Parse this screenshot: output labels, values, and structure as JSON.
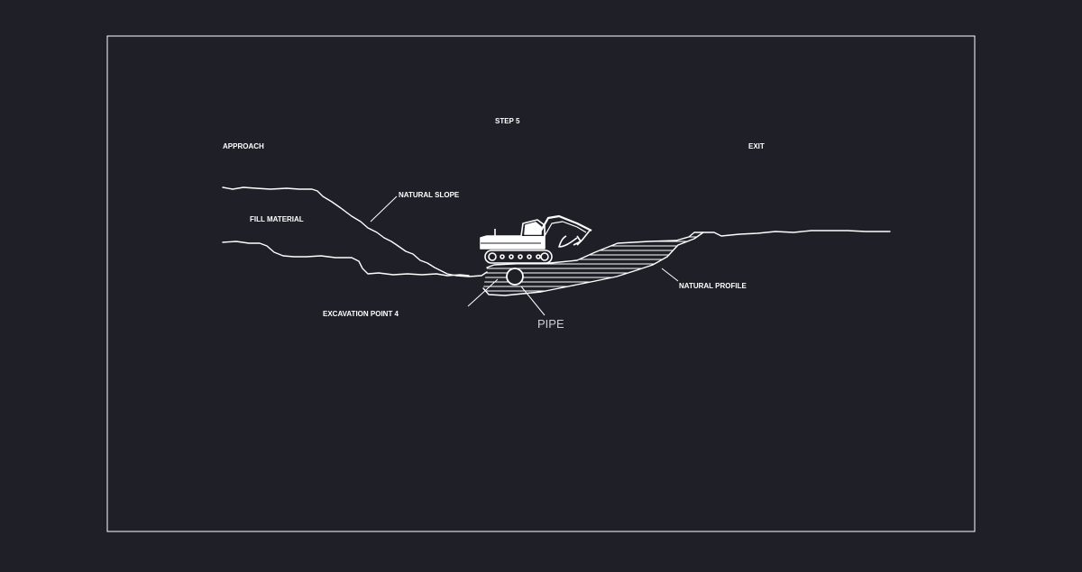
{
  "drawing": {
    "labels": {
      "step": "STEP 5",
      "approach": "APPROACH",
      "exit": "EXIT",
      "natural_slope": "NATURAL SLOPE",
      "fill_material": "FILL MATERIAL",
      "natural_profile": "NATURAL PROFILE",
      "excavation_point": "EXCAVATION POINT 4",
      "pipe": "PIPE"
    },
    "colors": {
      "background": "#1f1f28",
      "line": "#ffffff",
      "pipe_label": "#cfcfcf"
    },
    "icons": [
      "excavator-icon",
      "pipe-icon"
    ]
  }
}
